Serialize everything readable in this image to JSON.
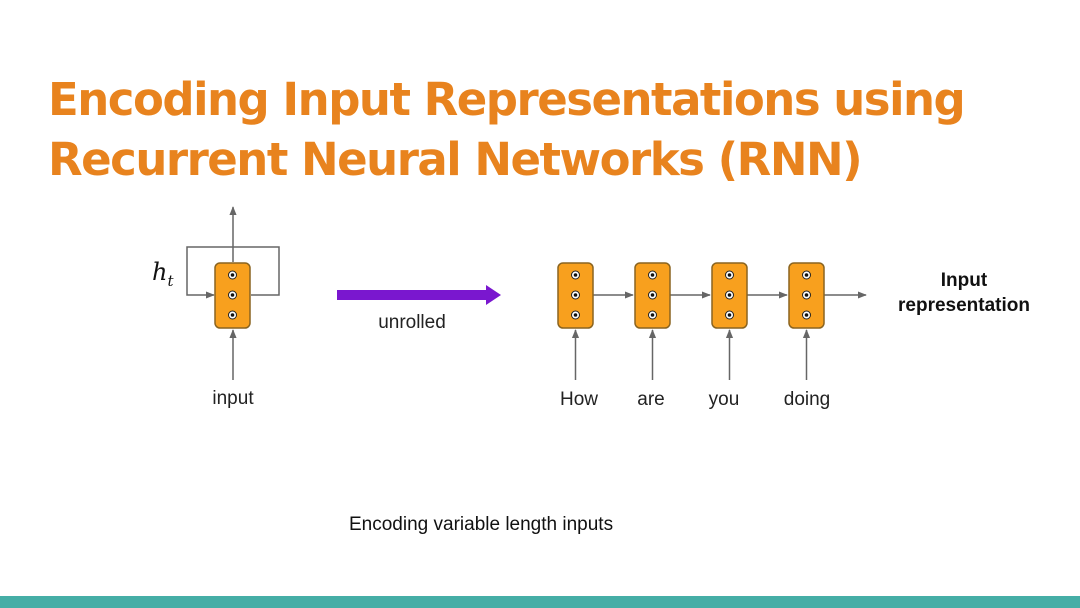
{
  "title": "Encoding Input Representations using Recurrent Neural Networks (RNN)",
  "diagram": {
    "rolled_cell": {
      "state_label": "h",
      "state_subscript": "t",
      "input_label": "input"
    },
    "unroll_label": "unrolled",
    "unrolled_inputs": [
      "How",
      "are",
      "you",
      "doing"
    ],
    "output_label_line1": "Input",
    "output_label_line2": "representation"
  },
  "caption": "Encoding variable length inputs",
  "colors": {
    "title": "#e8831e",
    "cell_fill": "#f8a01e",
    "cell_stroke": "#8a6420",
    "arrow": "#666666",
    "unroll_arrow": "#7a17cf",
    "footer": "#45aea6"
  }
}
